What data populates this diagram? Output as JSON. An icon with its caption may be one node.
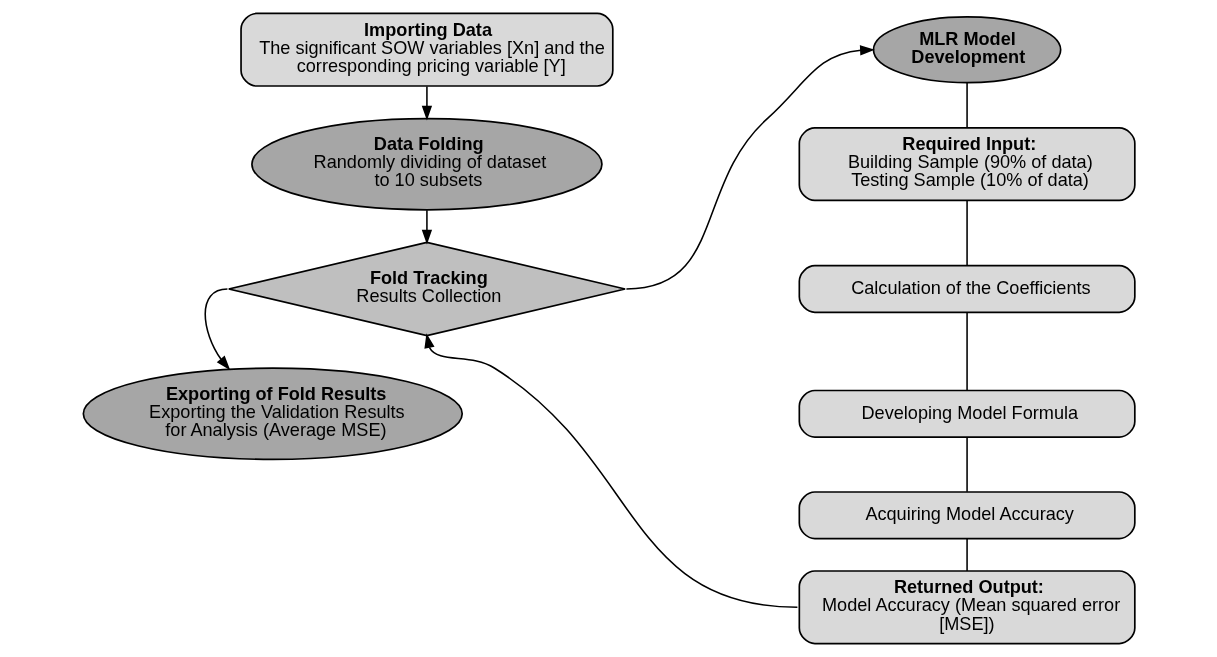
{
  "diagram": {
    "nodes": [
      {
        "text": [
          "Importing Data",
          "The significant SOW variables [Xn] and the corresponding pricing variable [Y]"
        ]
      },
      {
        "text": [
          "Data Folding",
          "Randomly dividing of dataset to 10 subsets"
        ]
      },
      {
        "text": [
          "Fold Tracking",
          "Results Collection"
        ]
      },
      {
        "text": [
          "Exporting of Fold Results",
          "Exporting the Validation Results for Analysis (Average MSE)"
        ]
      },
      {
        "text": [
          "MLR Model Development"
        ]
      },
      {
        "text": [
          "Required Input:",
          "Building Sample (90% of data)",
          "Testing Sample (10% of data)"
        ]
      },
      {
        "text": [
          "Calculation of the Coefficients"
        ]
      },
      {
        "text": [
          "Developing Model Formula"
        ]
      },
      {
        "text": [
          "Acquiring Model Accuracy"
        ]
      },
      {
        "text": [
          "Returned Output:",
          "Model Accuracy (Mean squared error [MSE])"
        ]
      }
    ],
    "edges": [
      {
        "from": 0,
        "to": 1,
        "arrow": "to"
      },
      {
        "from": 1,
        "to": 2,
        "arrow": "to"
      },
      {
        "from": 2,
        "to": 4,
        "arrow": "to"
      },
      {
        "from": 2,
        "to": 3,
        "arrow": "to"
      },
      {
        "from": 4,
        "to": 5,
        "arrow": "none"
      },
      {
        "from": 5,
        "to": 6,
        "arrow": "none"
      },
      {
        "from": 6,
        "to": 7,
        "arrow": "none"
      },
      {
        "from": 7,
        "to": 8,
        "arrow": "none"
      },
      {
        "from": 8,
        "to": 9,
        "arrow": "none"
      },
      {
        "from": 9,
        "to": 2,
        "arrow": "to"
      }
    ]
  }
}
